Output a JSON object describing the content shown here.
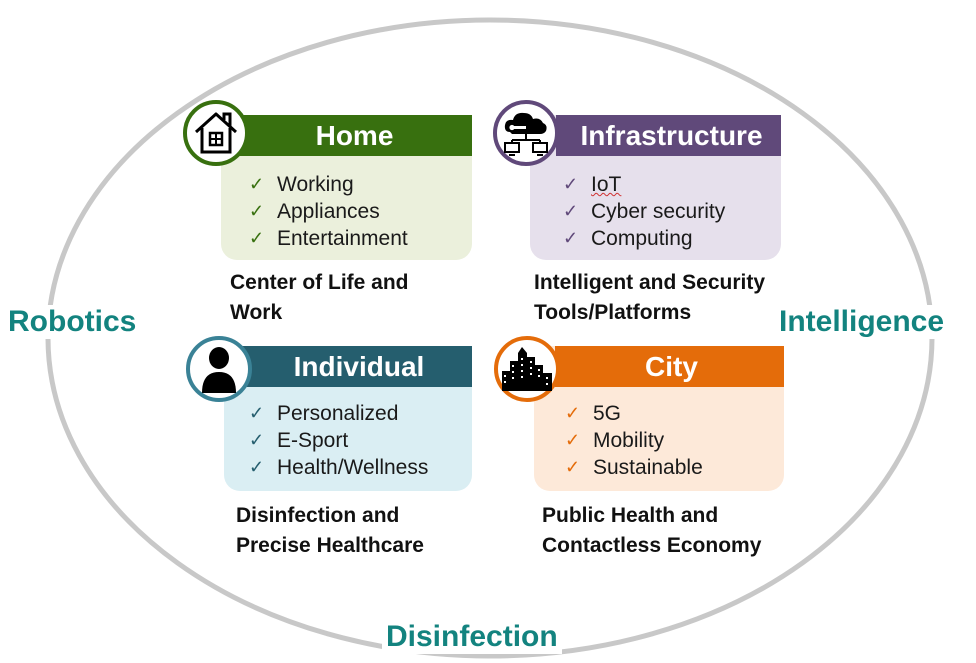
{
  "sides": {
    "left": "Robotics",
    "right": "Intelligence",
    "bottom": "Disinfection"
  },
  "colors": {
    "ring": "#c8c8c8",
    "side_text": "#13837f",
    "home_header": "#38700f",
    "home_body": "#ebf0dc",
    "infra_header": "#60497a",
    "infra_body": "#e6e0ec",
    "individual_header": "#255e6e",
    "individual_body": "#daeef3",
    "city_header": "#e46c0a",
    "city_body": "#fde9d9"
  },
  "quadrants": {
    "home": {
      "title": "Home",
      "icon": "house-icon",
      "items": [
        "Working",
        "Appliances",
        "Entertainment"
      ],
      "caption": [
        "Center of Life and",
        "Work"
      ]
    },
    "infrastructure": {
      "title": "Infrastructure",
      "icon": "cloud-network-icon",
      "items": [
        "IoT",
        "Cyber security",
        "Computing"
      ],
      "caption": [
        "Intelligent and Security",
        "Tools/Platforms"
      ]
    },
    "individual": {
      "title": "Individual",
      "icon": "person-icon",
      "items": [
        "Personalized",
        "E-Sport",
        "Health/Wellness"
      ],
      "caption": [
        "Disinfection and",
        "Precise Healthcare"
      ]
    },
    "city": {
      "title": "City",
      "icon": "city-skyline-icon",
      "items": [
        "5G",
        "Mobility",
        "Sustainable"
      ],
      "caption": [
        "Public Health and",
        "Contactless Economy"
      ]
    }
  }
}
